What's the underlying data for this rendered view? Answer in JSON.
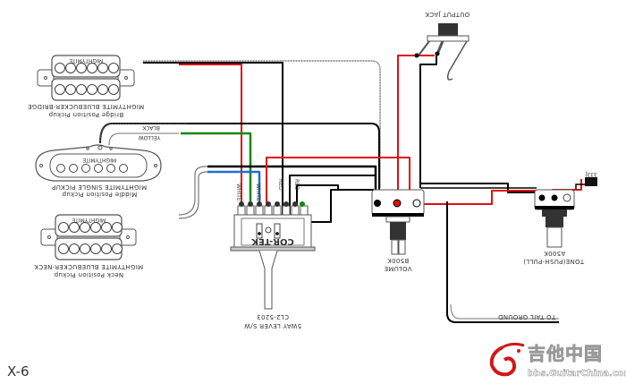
{
  "diagram": {
    "page_label": "X-6",
    "colors": {
      "red": "#e01010",
      "black": "#000000",
      "green": "#0a8a0a",
      "blue": "#1c6fd0",
      "outline": "#555555"
    },
    "pickups": {
      "bridge": {
        "brand": "MIGHTYMITE",
        "model": "MIGHTYMITE BLUEBUCKER-BRIDGE",
        "position": "Bridge Position Pickup"
      },
      "middle": {
        "brand": "MIGHTYMITE",
        "model": "MIGHTYMITE SINGLE PICKUP",
        "position": "Middle Position Pickup"
      },
      "neck": {
        "brand": "MIGHTYMITE",
        "model": "MIGHTYMITE BLUEBUCKER-NECK",
        "position": "Neck Position Pickup"
      }
    },
    "wire_labels": {
      "black": "BLACK",
      "yellow": "YELLOW",
      "white_1": "WHITE",
      "white_2": "WHITE",
      "red_1": "RED",
      "red_2": "RED"
    },
    "switch": {
      "brand": "COR-TEK",
      "part": "CL2-5203",
      "name": "5WAY LEVER S/W"
    },
    "volume": {
      "value": "B500K",
      "name": "VOLUME"
    },
    "tone": {
      "value": "A500K",
      "name": "TONE(PUSH-PULL)",
      "capacitor": "333J"
    },
    "jack": {
      "name": "OUTPUT JACK"
    },
    "ground": {
      "label": "TO TAIL GROUND"
    },
    "watermark": {
      "chinese": "吉他中国",
      "site": "bbs.GuitarChina.com"
    }
  }
}
